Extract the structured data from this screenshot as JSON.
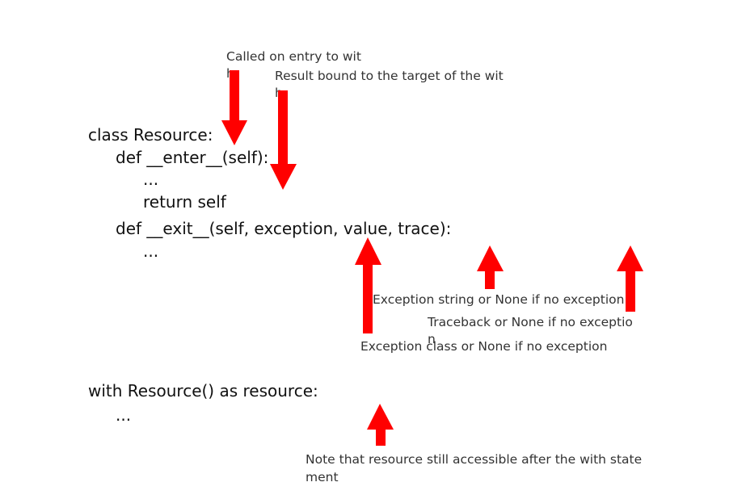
{
  "code": {
    "class_line": "class Resource:",
    "enter_def": "def __enter__(self):",
    "enter_ellipsis": "...",
    "return_line": "return self",
    "exit_def": "def __exit__(self, exception, value, trace):",
    "exit_ellipsis": "...",
    "with_line": "with Resource() as resource:",
    "with_ellipsis": "..."
  },
  "annotations": {
    "enter_note_1": "Called on entry to wit",
    "enter_note_2": "h",
    "result_note_1": "Result bound to the target of the wit",
    "result_note_2": "h",
    "value_note": "Exception string or None if no exception",
    "trace_note_1": "Traceback or None if no exceptio",
    "trace_note_2": "n",
    "exception_note": "Exception class or None if no exception",
    "resource_note_1": "Note that resource still accessible after the with state",
    "resource_note_2": "ment"
  },
  "colors": {
    "arrow": "#ff0000",
    "code_text": "#111111",
    "note_text": "#333333"
  }
}
